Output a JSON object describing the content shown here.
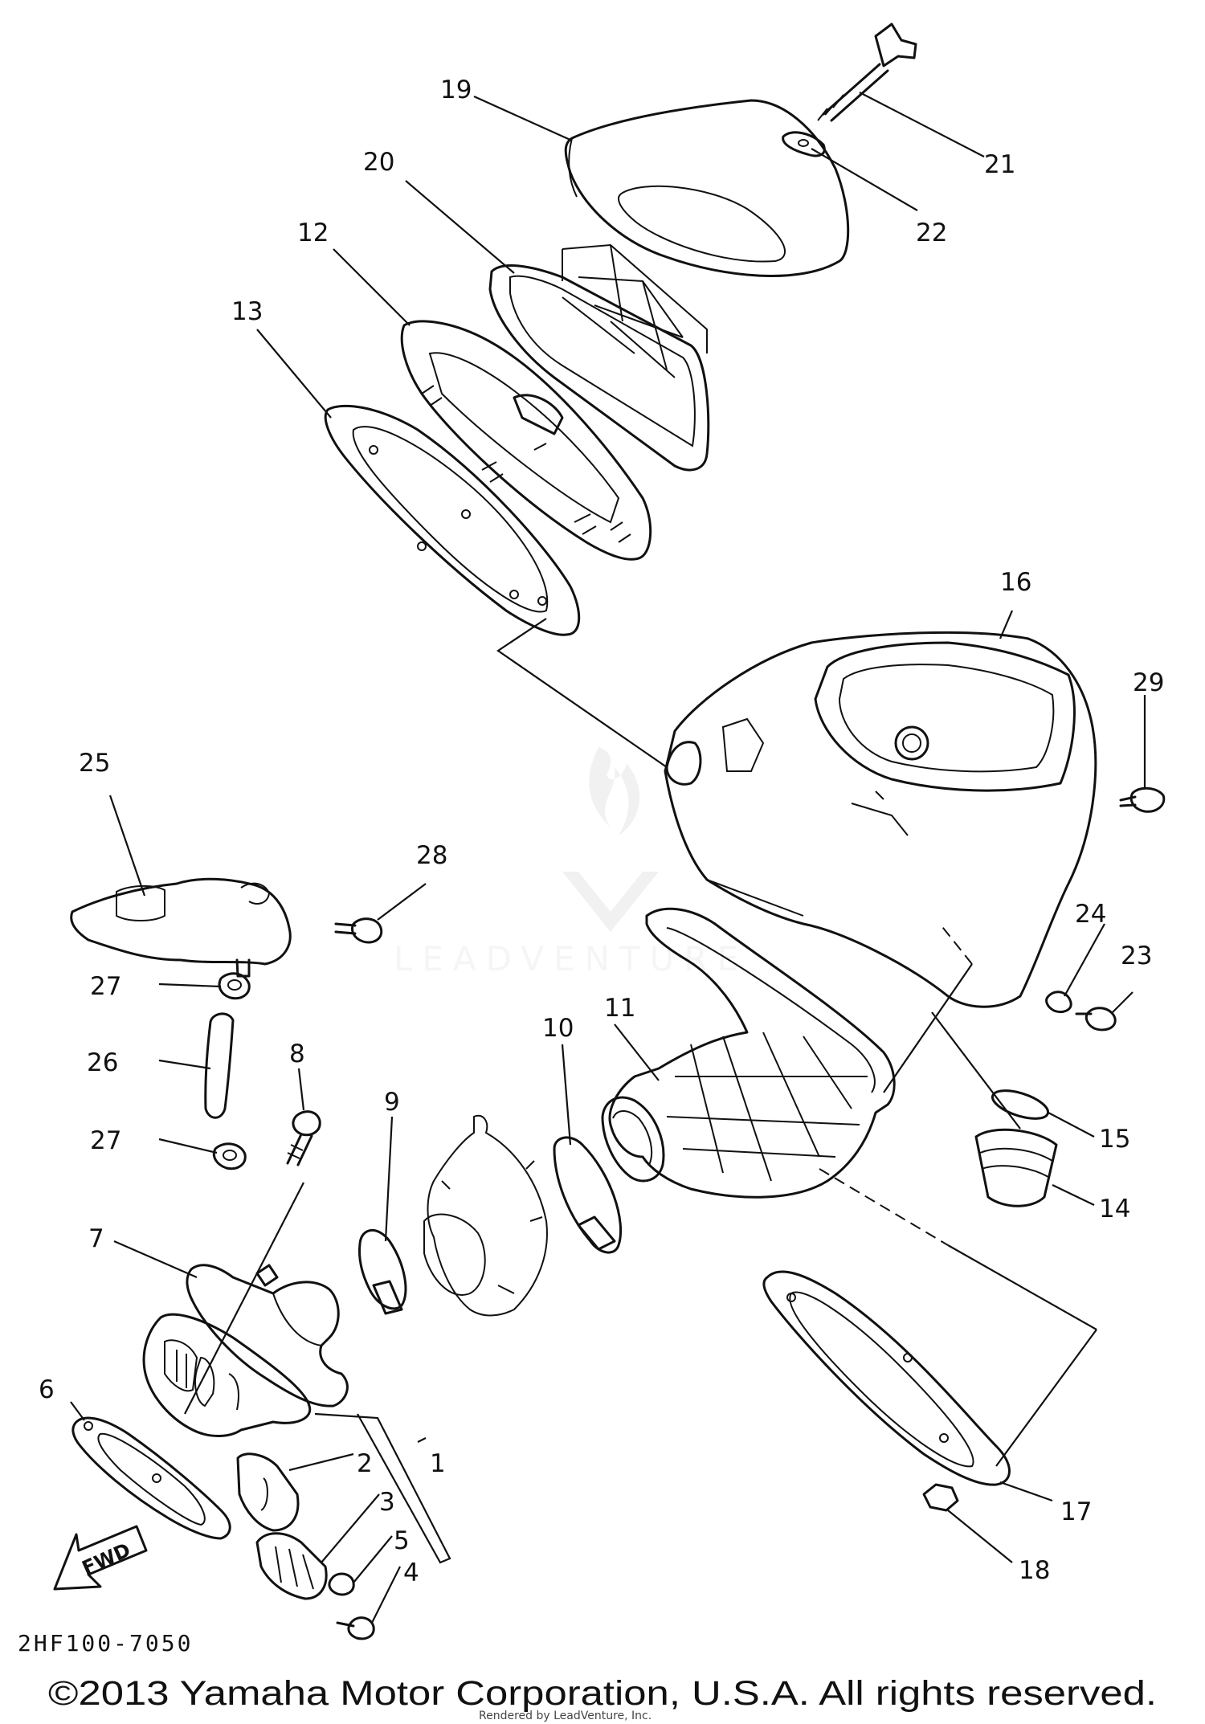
{
  "diagram": {
    "part_numbers": {
      "p1": "1",
      "p2": "2",
      "p3": "3",
      "p4": "4",
      "p5": "5",
      "p6": "6",
      "p7": "7",
      "p8": "8",
      "p9": "9",
      "p10": "10",
      "p11": "11",
      "p12": "12",
      "p13": "13",
      "p14": "14",
      "p15": "15",
      "p16": "16",
      "p17": "17",
      "p18": "18",
      "p19": "19",
      "p20": "20",
      "p21": "21",
      "p22": "22",
      "p23": "23",
      "p24": "24",
      "p25": "25",
      "p26": "26",
      "p27a": "27",
      "p27b": "27",
      "p28": "28",
      "p29": "29"
    },
    "fwd_label": "FWD",
    "drawing_code": "2HF100-7050",
    "watermark_text": "LEADVENTURE"
  },
  "footer": {
    "copyright": "©2013 Yamaha Motor Corporation, U.S.A. All rights reserved.",
    "rendered_by": "Rendered by LeadVenture, Inc."
  }
}
